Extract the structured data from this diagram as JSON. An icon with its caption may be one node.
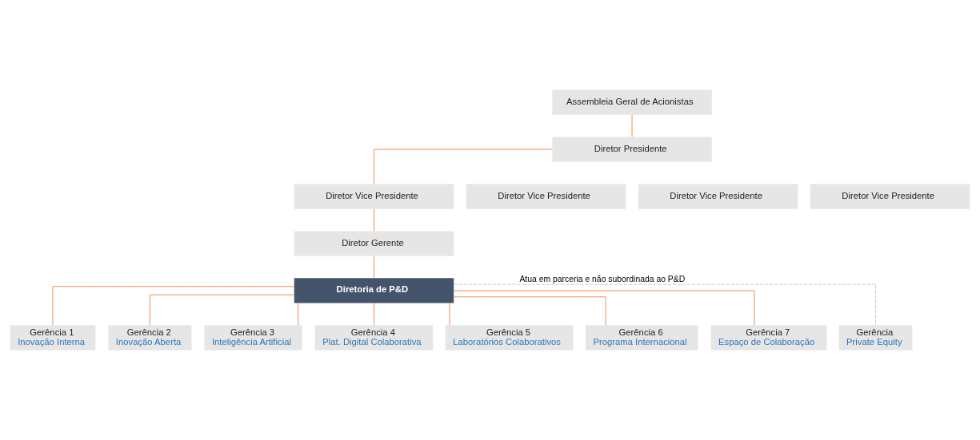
{
  "diagram": {
    "nodes": [
      {
        "text": [
          "Assembleia Geral de Acionistas"
        ]
      },
      {
        "text": [
          "Diretor Presidente"
        ]
      },
      {
        "text": [
          "Diretor Vice Presidente"
        ]
      },
      {
        "text": [
          "Diretor Vice Presidente"
        ]
      },
      {
        "text": [
          "Diretor Vice Presidente"
        ]
      },
      {
        "text": [
          "Diretor Vice Presidente"
        ]
      },
      {
        "text": [
          "Diretor Gerente"
        ]
      },
      {
        "text": [
          "Diretoria de P&D"
        ]
      },
      {
        "text": [
          "Gerência 1",
          "Inovação Interna"
        ]
      },
      {
        "text": [
          "Gerência 2",
          "Inovação Aberta"
        ]
      },
      {
        "text": [
          "Gerência 3",
          "Inteligência Artificial"
        ]
      },
      {
        "text": [
          "Gerência 4",
          "Plat. Digital Colaborativa"
        ]
      },
      {
        "text": [
          "Gerência 5",
          "Laboratórios Colaborativos"
        ]
      },
      {
        "text": [
          "Gerência 6",
          "Programa Internacional"
        ]
      },
      {
        "text": [
          "Gerência 7",
          "Espaço de Colaboração"
        ]
      },
      {
        "text": [
          "Gerência",
          "Private Equity"
        ]
      }
    ],
    "edges": [
      {
        "from": 0,
        "to": 1,
        "arrow": "none"
      },
      {
        "from": 1,
        "to": 2,
        "arrow": "none"
      },
      {
        "from": 2,
        "to": 6,
        "arrow": "none"
      },
      {
        "from": 6,
        "to": 7,
        "arrow": "none"
      },
      {
        "from": 7,
        "to": 8,
        "arrow": "none"
      },
      {
        "from": 7,
        "to": 9,
        "arrow": "none"
      },
      {
        "from": 7,
        "to": 10,
        "arrow": "none"
      },
      {
        "from": 7,
        "to": 11,
        "arrow": "none"
      },
      {
        "from": 7,
        "to": 12,
        "arrow": "none"
      },
      {
        "from": 7,
        "to": 13,
        "arrow": "none"
      },
      {
        "from": 7,
        "to": 14,
        "arrow": "none"
      },
      {
        "from": 7,
        "to": 15,
        "arrow": "none",
        "label": "Atua em parceria e não subordinada ao P&D",
        "style": "dashed",
        "color": "#bfbfbf"
      }
    ]
  }
}
